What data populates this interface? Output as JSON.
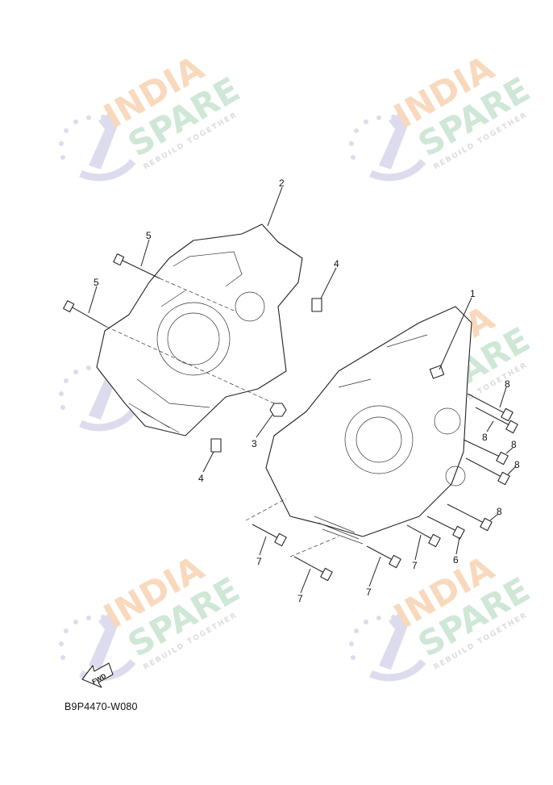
{
  "diagram": {
    "callouts": [
      "1",
      "2",
      "3",
      "4",
      "4",
      "5",
      "5",
      "6",
      "7",
      "7",
      "7",
      "7",
      "8",
      "8",
      "8",
      "8",
      "8"
    ],
    "fwd_label": "FWD",
    "figure_code": "B9P4470-W080"
  },
  "watermark": {
    "line1": "INDIA",
    "line2": "SPARE",
    "tagline": "REBUILD TOGETHER",
    "colors": {
      "india": "#f9d9bd",
      "spare": "#cfe7d6",
      "icon": "#dcdcee"
    }
  }
}
